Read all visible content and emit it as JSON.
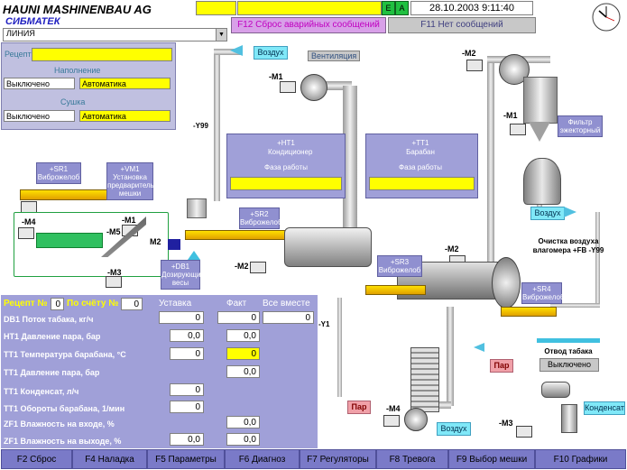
{
  "header": {
    "title": "HAUNI MASHINENBAU AG",
    "subtitle": "СИБМАТЕК",
    "datetime": "28.10.2003 9:11:40",
    "indicator_e": "E",
    "indicator_a": "A",
    "reset_alarms": "F12 Сброс аварийных сообщений",
    "no_messages": "F11 Нет сообщений",
    "line_select": "ЛИНИЯ"
  },
  "left_panel": {
    "recipe_label": "Рецепт",
    "filling_label": "Наполнение",
    "filling_state": "Выключено",
    "filling_mode": "Автоматика",
    "drying_label": "Сушка",
    "drying_state": "Выключено",
    "drying_mode": "Автоматика"
  },
  "diagram": {
    "air1": "Воздух",
    "ventilation": "Вентиляция",
    "m1_top": "-M1",
    "m2_top": "-M2",
    "m1_right": "-M1",
    "y99": "-Y99",
    "filter_label": "Фильтр эжекторный",
    "ht1_label": "+HT1 Кондиционер",
    "ht1_phase": "Фаза работы",
    "tt1_label": "+TT1 Барабан",
    "tt1_phase": "Фаза работы",
    "sr1_label": "+SR1 Виброжелоб",
    "vm1_label": "+VM1 Установка предварительной мешки",
    "sr2_label": "+SR2 Виброжелоб",
    "m4_left": "-M4",
    "m1_mid": "-M1",
    "m5": "-M5",
    "m2_mid": "M2",
    "m3_left": "-M3",
    "db1_label": "+DB1 Дозирующие весы",
    "m2_lower": "-M2",
    "m2_drum": "-M2",
    "sr3_label": "+SR3 Виброжелоб",
    "air2": "Воздух",
    "air_clean": "Очистка воздуха влагомера +FB -Y99",
    "sr4_label": "+SR4 Виброжелоб",
    "y1": "-Y1",
    "steam1": "Пар",
    "steam2": "Пар",
    "exhaust_label": "Отвод табака",
    "exhaust_state": "Выключено",
    "m4_bottom": "-M4",
    "air3": "Воздух",
    "m3_bottom": "-M3",
    "condensate": "Конденсат"
  },
  "data_panel": {
    "recipe_no_label": "Рецепт №",
    "recipe_no": "0",
    "count_label": "По счёту №",
    "count": "0",
    "col_setpoint": "Уставка",
    "col_actual": "Факт",
    "col_total": "Все вместе",
    "rows": [
      {
        "label": "DB1 Поток табака, кг/ч",
        "setpoint": "0",
        "actual": "0",
        "total": "0"
      },
      {
        "label": "HT1 Давление пара, бар",
        "setpoint": "0,0",
        "actual": "0,0"
      },
      {
        "label": "TT1 Температура барабана, °C",
        "setpoint": "0",
        "actual": "0"
      },
      {
        "label": "TT1 Давление пара, бар",
        "actual": "0,0"
      },
      {
        "label": "TT1 Конденсат, л/ч",
        "setpoint": "0"
      },
      {
        "label": "TT1 Обороты барабана, 1/мин",
        "setpoint": "0"
      },
      {
        "label": "ZF1 Влажность на входе, %",
        "actual": "0,0"
      },
      {
        "label": "ZF1 Влажность на выходе, %",
        "setpoint": "0,0",
        "actual": "0,0"
      }
    ]
  },
  "fkeys": [
    "F2 Сброс",
    "F4 Наладка",
    "F5  Параметры",
    "F6 Диагноз",
    "F7 Регуляторы",
    "F8  Тревога",
    "F9 Выбор мешки",
    "F10 Графики"
  ],
  "colors": {
    "panel": "#a0a0d8",
    "yellow": "#ffff00",
    "cyan": "#80e8f8",
    "pink": "#f0a0a8",
    "fkey": "#7a7ac8"
  }
}
